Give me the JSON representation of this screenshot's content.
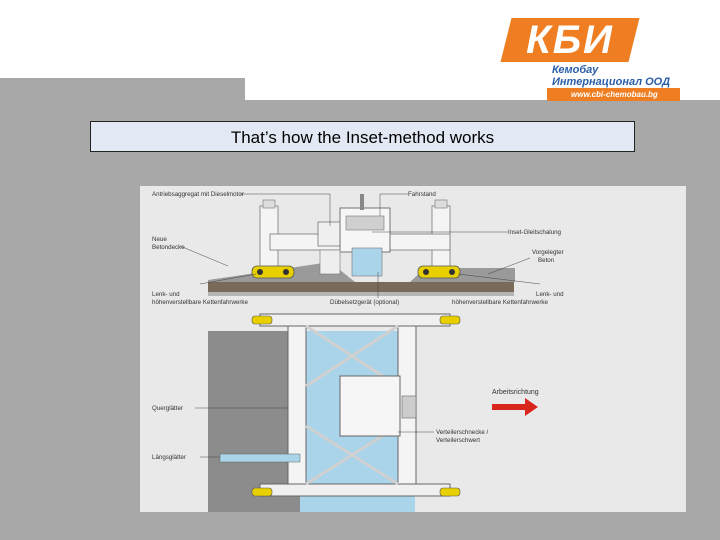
{
  "logo": {
    "wordmark": "КБИ",
    "line1": "Кемобау",
    "line2": "Интернационал ООД",
    "url": "www.cbi-chemobau.bg",
    "accent_color": "#ef7d22",
    "text_color": "#2a5ea8"
  },
  "slide": {
    "title": "That’s how the Inset-method works"
  },
  "diagram": {
    "labels": {
      "drive_unit": "Antriebsaggregat mit Dieselmotor",
      "operator_stand": "Fahrstand",
      "new_concrete_1": "Neue",
      "new_concrete_2": "Betondecke",
      "slipform": "Inset-Gleitschalung",
      "subbase_1": "Vorgelegter",
      "subbase_2": "Beton",
      "track_left_1": "Lenk- und",
      "track_left_2": "höhenverstellbare Kettenfahrwerke",
      "dowel": "Dübelsetzgerät (optional)",
      "track_right_1": "Lenk- und",
      "track_right_2": "höhenverstellbare Kettenfahrwerke",
      "work_direction": "Arbeitsrichtung",
      "cross_smoother": "Querglätter",
      "auger_1": "Verteilerschnecke /",
      "auger_2": "Verteilerschwert",
      "long_smoother": "Längsglätter"
    },
    "colors": {
      "concrete": "#8c8c8c",
      "machine": "#f4f4f4",
      "track_yellow": "#e8d000",
      "blue_fill": "#a9d4ea",
      "arrow_red": "#d9261c"
    }
  }
}
